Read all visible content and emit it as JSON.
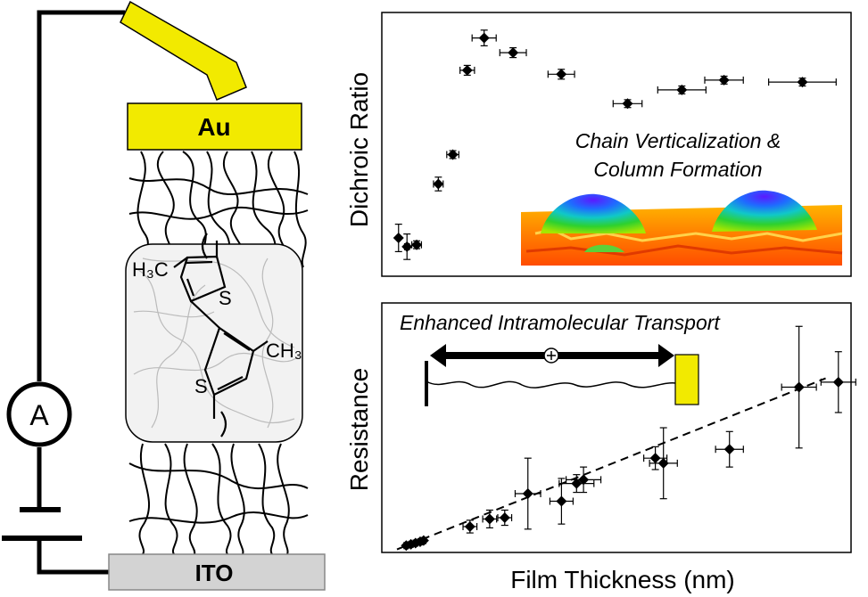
{
  "device": {
    "top_electrode": "Au",
    "bottom_electrode": "ITO",
    "ammeter_symbol": "A",
    "molecule_labels": {
      "methyl_top": "H₃C",
      "methyl_bottom": "CH₃",
      "sulfur": "S"
    },
    "colors": {
      "gold": "#f2ea00",
      "ito": "#d3d3d3"
    }
  },
  "chart_data": [
    {
      "type": "scatter",
      "title": "",
      "ylabel": "Dichroic Ratio",
      "xlabel": "",
      "grid": false,
      "annotation": [
        "Chain Verticalization &",
        "Column Formation"
      ],
      "inset": "3D height map of film surface showing columnar domains",
      "points": [
        {
          "x": 0.5,
          "y": 1.5,
          "xerr": 0.1,
          "yerr": 0.7
        },
        {
          "x": 1.2,
          "y": 1.05,
          "xerr": 0.2,
          "yerr": 0.65
        },
        {
          "x": 2.0,
          "y": 1.15,
          "xerr": 0.4,
          "yerr": 0.2
        },
        {
          "x": 3.8,
          "y": 4.25,
          "xerr": 0.4,
          "yerr": 0.35
        },
        {
          "x": 5.0,
          "y": 5.75,
          "xerr": 0.5,
          "yerr": 0.2
        },
        {
          "x": 6.2,
          "y": 10.05,
          "xerr": 0.6,
          "yerr": 0.25
        },
        {
          "x": 7.6,
          "y": 11.7,
          "xerr": 1.0,
          "yerr": 0.4
        },
        {
          "x": 10.0,
          "y": 10.95,
          "xerr": 1.1,
          "yerr": 0.25
        },
        {
          "x": 14.0,
          "y": 9.85,
          "xerr": 1.1,
          "yerr": 0.25
        },
        {
          "x": 19.5,
          "y": 8.35,
          "xerr": 1.2,
          "yerr": 0.2
        },
        {
          "x": 24.0,
          "y": 9.05,
          "xerr": 2.0,
          "yerr": 0.2
        },
        {
          "x": 27.5,
          "y": 9.55,
          "xerr": 1.6,
          "yerr": 0.2
        },
        {
          "x": 34.0,
          "y": 9.45,
          "xerr": 2.8,
          "yerr": 0.2
        }
      ]
    },
    {
      "type": "scatter",
      "title": "",
      "ylabel": "Resistance",
      "xlabel": "Film Thickness (nm)",
      "grid": false,
      "annotation": "Enhanced Intramolecular Transport",
      "trendline": {
        "style": "dashed",
        "from": {
          "x": 0.0,
          "y": 0.05
        },
        "to": {
          "x": 37.0,
          "y": 6.8
        }
      },
      "points": [
        {
          "x": 0.8,
          "y": 0.2,
          "xerr": 0.2,
          "yerr": 0.0
        },
        {
          "x": 1.2,
          "y": 0.25,
          "xerr": 0.2,
          "yerr": 0.0
        },
        {
          "x": 1.6,
          "y": 0.3,
          "xerr": 0.2,
          "yerr": 0.0
        },
        {
          "x": 2.0,
          "y": 0.35,
          "xerr": 0.2,
          "yerr": 0.0
        },
        {
          "x": 2.3,
          "y": 0.4,
          "xerr": 0.2,
          "yerr": 0.0
        },
        {
          "x": 6.3,
          "y": 0.95,
          "xerr": 0.6,
          "yerr": 0.25
        },
        {
          "x": 8.0,
          "y": 1.25,
          "xerr": 0.6,
          "yerr": 0.35
        },
        {
          "x": 9.3,
          "y": 1.3,
          "xerr": 0.6,
          "yerr": 0.3
        },
        {
          "x": 11.3,
          "y": 2.25,
          "xerr": 1.1,
          "yerr": 1.4
        },
        {
          "x": 14.2,
          "y": 1.95,
          "xerr": 1.0,
          "yerr": 0.9
        },
        {
          "x": 15.5,
          "y": 2.65,
          "xerr": 1.5,
          "yerr": 0.35
        },
        {
          "x": 16.1,
          "y": 2.8,
          "xerr": 1.5,
          "yerr": 0.5
        },
        {
          "x": 22.3,
          "y": 3.65,
          "xerr": 1.0,
          "yerr": 0.45
        },
        {
          "x": 23.0,
          "y": 3.45,
          "xerr": 1.2,
          "yerr": 1.4
        },
        {
          "x": 28.7,
          "y": 4.0,
          "xerr": 1.2,
          "yerr": 0.7
        },
        {
          "x": 34.7,
          "y": 6.45,
          "xerr": 1.5,
          "yerr": 2.4
        },
        {
          "x": 38.1,
          "y": 6.65,
          "xerr": 1.5,
          "yerr": 1.2
        }
      ]
    }
  ]
}
